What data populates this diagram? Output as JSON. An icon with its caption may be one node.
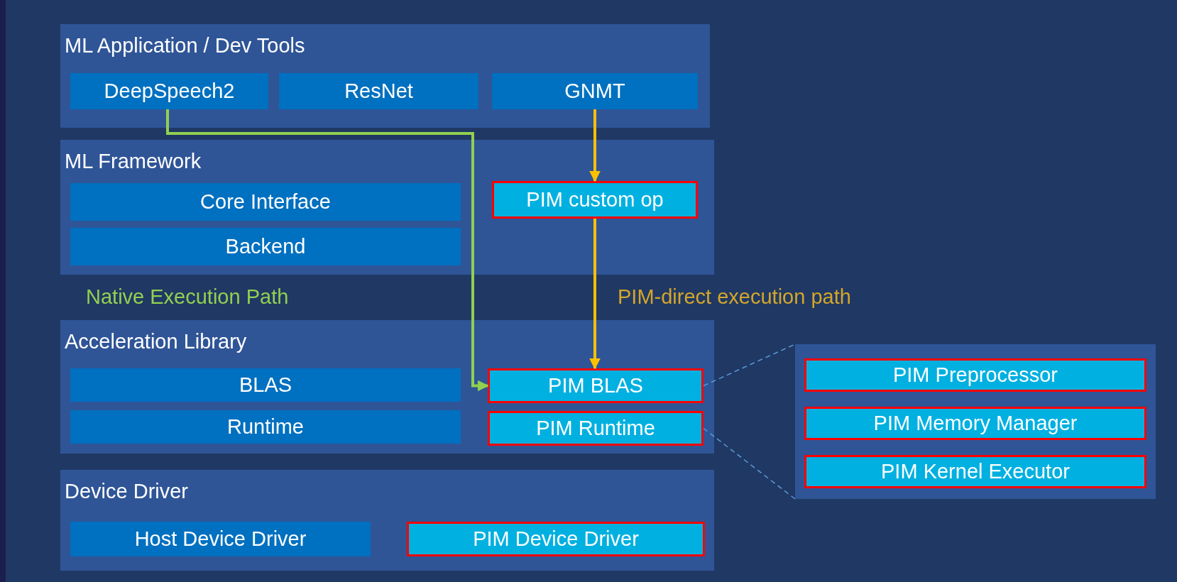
{
  "diagram": {
    "nodes": [
      {
        "text": [
          "ML Application / Dev Tools"
        ]
      },
      {
        "text": [
          "DeepSpeech2"
        ],
        "in": 0
      },
      {
        "text": [
          "ResNet"
        ],
        "in": 0
      },
      {
        "text": [
          "GNMT"
        ],
        "in": 0
      },
      {
        "text": [
          "ML Framework"
        ]
      },
      {
        "text": [
          "Core Interface"
        ],
        "in": 4
      },
      {
        "text": [
          "Backend"
        ],
        "in": 4
      },
      {
        "text": [
          "PIM custom op"
        ],
        "in": 4
      },
      {
        "text": [
          "Acceleration Library"
        ]
      },
      {
        "text": [
          "BLAS"
        ],
        "in": 8
      },
      {
        "text": [
          "Runtime"
        ],
        "in": 8
      },
      {
        "text": [
          "PIM BLAS"
        ],
        "in": 8
      },
      {
        "text": [
          "PIM Runtime"
        ],
        "in": 8
      },
      {
        "text": [
          "Device Driver"
        ]
      },
      {
        "text": [
          "Host Device Driver"
        ],
        "in": 13
      },
      {
        "text": [
          "PIM Device Driver"
        ],
        "in": 13
      },
      {
        "text": [],
        "shape": "box"
      },
      {
        "text": [
          "PIM Preprocessor"
        ],
        "in": 16
      },
      {
        "text": [
          "PIM Memory Manager"
        ],
        "in": 16
      },
      {
        "text": [
          "PIM Kernel Executor"
        ],
        "in": 16
      }
    ],
    "edges": [
      {
        "from": 1,
        "to": 11,
        "arrow": "to",
        "color": "#92d050"
      },
      {
        "from": 3,
        "to": 7,
        "arrow": "to",
        "color": "#ffc000"
      },
      {
        "from": 7,
        "to": 11,
        "arrow": "to",
        "color": "#ffc000"
      },
      {
        "from": 11,
        "to": 16,
        "arrow": "none",
        "style": "dashed",
        "color": "#5b9bd5"
      },
      {
        "from": 12,
        "to": 16,
        "arrow": "none",
        "style": "dashed",
        "color": "#5b9bd5"
      }
    ],
    "labels": [
      "Native Execution Path",
      "PIM-direct execution path"
    ]
  }
}
